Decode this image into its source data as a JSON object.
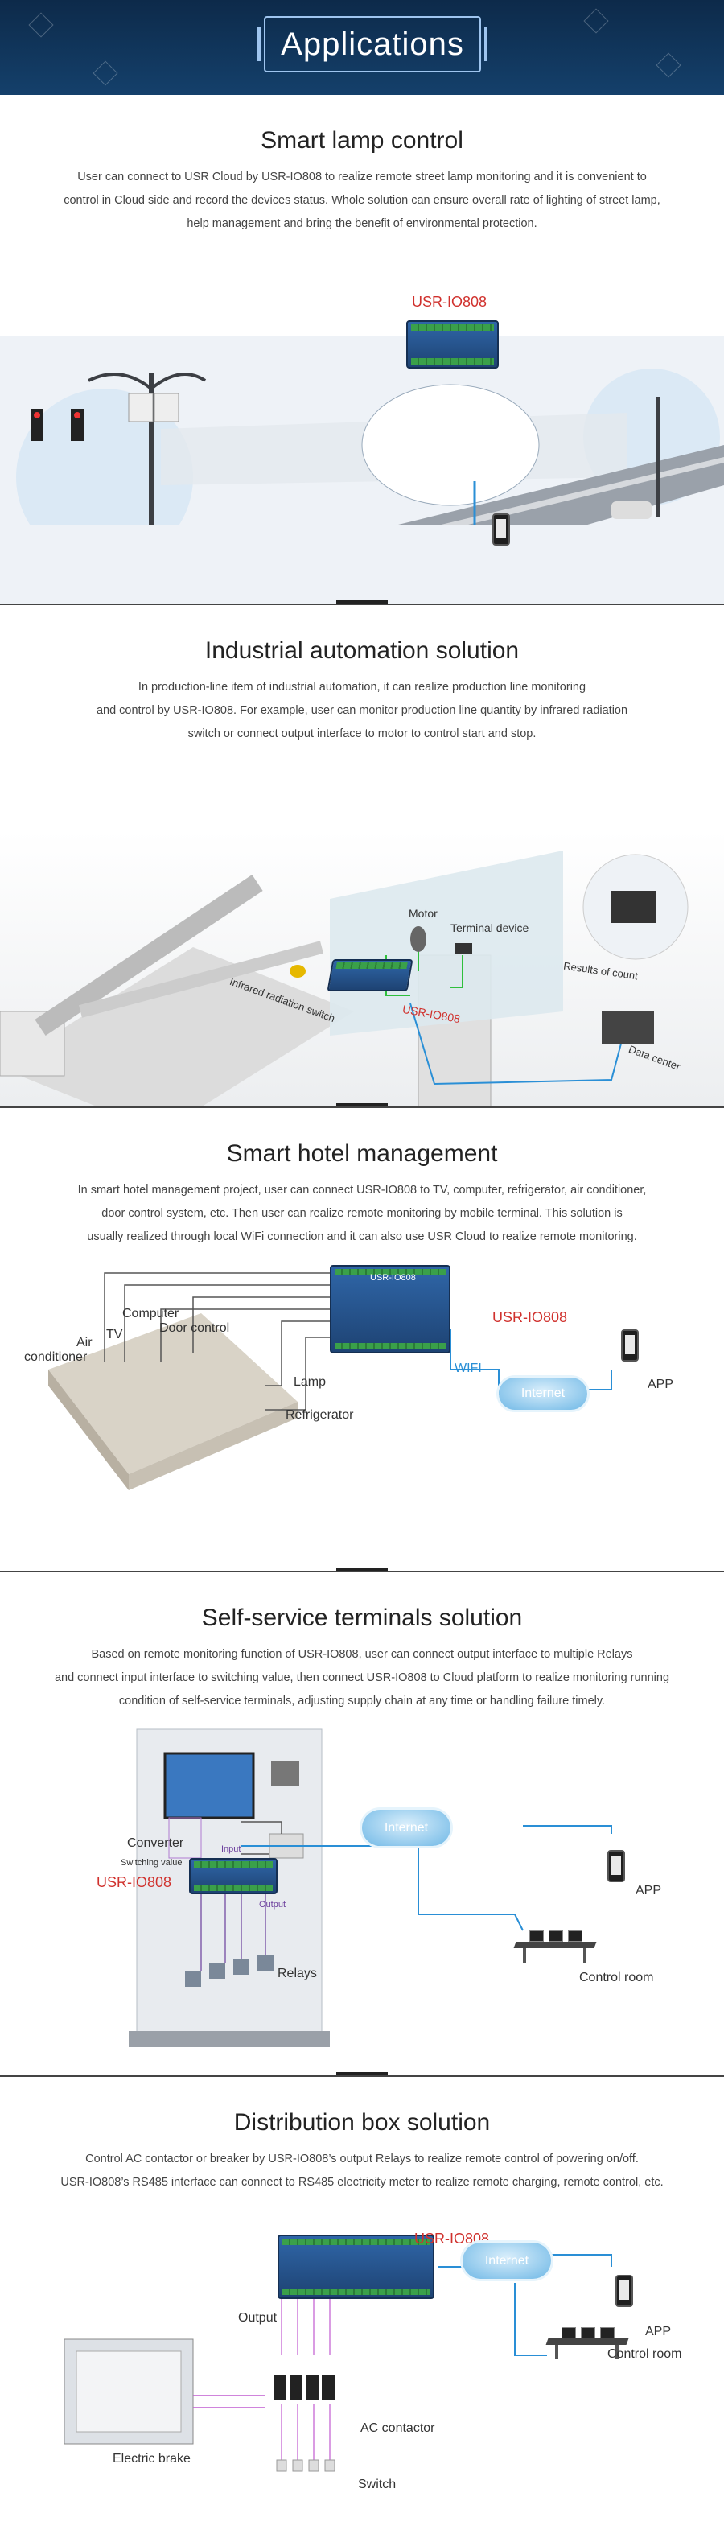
{
  "banner": {
    "title": "Applications"
  },
  "sections": [
    {
      "title": "Smart lamp control",
      "desc": [
        "User can connect to USR Cloud by USR-IO808 to realize remote street lamp monitoring and it is convenient to",
        "control in Cloud side and record the devices status. Whole solution can ensure overall rate of lighting of street lamp,",
        "help management and bring the benefit of environmental protection."
      ],
      "labels": {
        "device": "USR-IO808"
      }
    },
    {
      "title": "Industrial automation solution",
      "desc": [
        "In production-line item of industrial automation, it can realize production line monitoring",
        "and control by USR-IO808. For example, user can monitor production line quantity by infrared radiation",
        "switch or connect output interface to motor to control start and stop."
      ],
      "labels": {
        "motor": "Motor",
        "terminal": "Terminal device",
        "results": "Results of count",
        "infrared": "Infrared radiation switch",
        "device": "USR-IO808",
        "datacenter": "Data center"
      }
    },
    {
      "title": "Smart hotel management",
      "desc": [
        "In smart hotel management project, user can connect USR-IO808 to TV, computer, refrigerator, air conditioner,",
        "door control system, etc. Then user can realize remote monitoring by mobile terminal. This solution is",
        "usually realized through local WiFi connection and it can also use USR Cloud to realize remote monitoring."
      ],
      "labels": {
        "device": "USR-IO808",
        "computer": "Computer",
        "door": "Door control",
        "tv": "TV",
        "air": "Air",
        "conditioner": "conditioner",
        "lamp": "Lamp",
        "fridge": "Refrigerator",
        "wifi": "WIFI",
        "internet": "Internet",
        "app": "APP",
        "panel_title": "USR-IO808"
      }
    },
    {
      "title": "Self-service terminals solution",
      "desc": [
        "Based on remote monitoring function of USR-IO808, user can connect output interface to multiple Relays",
        "and connect input interface to switching value, then connect USR-IO808 to Cloud platform to realize monitoring running",
        "condition of self-service terminals, adjusting supply chain at any time or handling failure timely."
      ],
      "labels": {
        "converter": "Converter",
        "switching": "Switching value",
        "input": "Input",
        "device": "USR-IO808",
        "output": "Output",
        "relays": "Relays",
        "internet": "Internet",
        "app": "APP",
        "control": "Control room"
      }
    },
    {
      "title": "Distribution box solution",
      "desc": [
        "Control AC contactor or breaker by USR-IO808’s output Relays to realize remote control of powering on/off.",
        "USR-IO808’s RS485 interface can connect to RS485 electricity meter to realize remote charging, remote control, etc."
      ],
      "labels": {
        "device": "USR-IO808",
        "output": "Output",
        "internet": "Internet",
        "app": "APP",
        "control": "Control room",
        "brake": "Electric brake",
        "contactor": "AC contactor",
        "switch": "Switch"
      }
    }
  ],
  "colors": {
    "accent_red": "#d0312d",
    "link_blue": "#2a8fd6",
    "banner_bg": "#0d2a4a"
  }
}
